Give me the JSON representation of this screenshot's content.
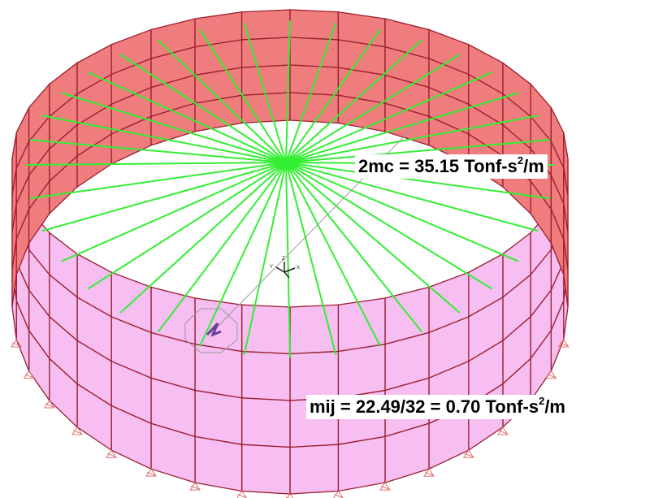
{
  "colors": {
    "inner_wall": "#f07d7d",
    "outer_wall": "#f5b3ef",
    "mesh_edge": "#9b1d2e",
    "spoke": "#33ee33",
    "background": "#ffffff"
  },
  "structure": {
    "wall_segments": 36,
    "wall_rows": 4,
    "spoke_count": 36
  },
  "labels": {
    "center_mass": {
      "pre": "2mc = 35.15 Tonf-s",
      "sup": "2",
      "post": "/m"
    },
    "spring_mass": {
      "pre": "mij = 22.49/32 = 0.70 Tonf-s",
      "sup": "2",
      "post": "/m"
    }
  },
  "axes": {
    "x": "X",
    "y": "Y",
    "z": "Z"
  }
}
